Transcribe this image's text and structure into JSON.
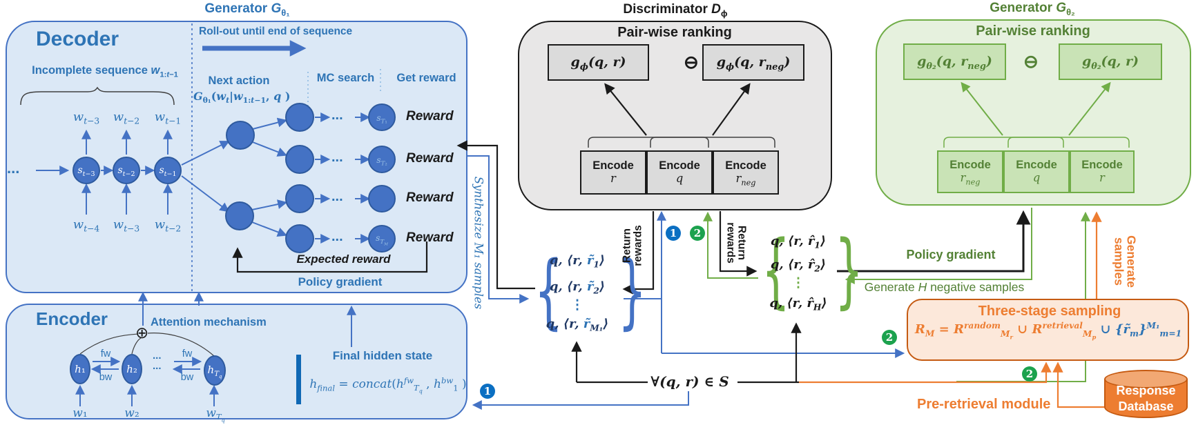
{
  "colors": {
    "blue": "#4472C4",
    "blue_text": "#2E74B5",
    "gray_fill": "#E8E7E7",
    "gray_cell": "#DBDBDB",
    "green": "#70AD47",
    "green_text": "#538135",
    "green_fill": "#E6F1DE",
    "green_cell": "#C9E3B6",
    "orange": "#ED7D31",
    "orange_dark": "#C55A11",
    "orange_fill": "#FCE8DA",
    "black": "#1A1A1A"
  },
  "generator1": {
    "title": "Generator <i>G</i><sub>θ₁</sub>",
    "decoder": {
      "label": "Decoder",
      "incomplete_sequence": "Incomplete sequence <i>w</i><sub>1:<i>t</i>−1</sub>",
      "rollout": "Roll-out until end of sequence",
      "next_action": "Next action",
      "next_action_formula": "<i>G</i><sub>θ₁</sub>(<i>w<sub>t</sub></i>|<i>w</i><sub>1:<i>t</i>−1</sub>, <i>q</i> )",
      "mc_search": "MC search",
      "get_reward": "Get reward",
      "ellipsis": "...",
      "w_top": [
        "<i>w</i><sub><i>t</i>−3</sub>",
        "<i>w</i><sub><i>t</i>−2</sub>",
        "<i>w</i><sub><i>t</i>−1</sub>"
      ],
      "s_nodes": [
        "<i>s</i><sub><i>t</i>−3</sub>",
        "<i>s</i><sub><i>t</i>−2</sub>",
        "<i>s</i><sub><i>t</i>−1</sub>"
      ],
      "w_bottom": [
        "<i>w</i><sub><i>t</i>−4</sub>",
        "<i>w</i><sub><i>t</i>−3</sub>",
        "<i>w</i><sub><i>t</i>−2</sub>"
      ],
      "terminal_labels": [
        "<i>s</i><sub><i>T</i>₁</sub>",
        "<i>s</i><sub><i>T</i>₂</sub>",
        "",
        "<i>s</i><sub><i>T<sub>M</sub></i></sub>"
      ],
      "reward": "Reward",
      "expected_reward": "Expected reward",
      "policy_gradient": "Policy gradient"
    },
    "encoder": {
      "label": "Encoder",
      "attention": "Attention mechanism",
      "oplus": "⊕",
      "h_nodes": [
        "<i>h</i>₁",
        "<i>h</i>₂",
        "<i>h</i><sub><i>T<sub>q</sub></i></sub>"
      ],
      "fw": "fw",
      "bw": "bw",
      "ellipsis": "...",
      "w_inputs": [
        "<i>w</i>₁",
        "<i>w</i>₂",
        "<i>w</i><sub><i>T<sub>q</sub></i></sub>"
      ],
      "final_hidden_state": "Final hidden state",
      "final_hidden_formula": "<i>h<sub>final</sub></i> = <i>concat</i>(<i>h</i><sup><i>fw</i></sup><sub><i>T<sub>q</sub></i></sub> , <i>h</i><sup><i>bw</i></sup><sub>1</sub> )"
    },
    "synthesize_label": "Synthesize <i>M</i>₁ samples"
  },
  "discriminator": {
    "title": "Discriminator <i>D</i><sub>ϕ</sub>",
    "pairwise": "Pair-wise ranking",
    "g_left": "<i>g</i><sub>ϕ</sub>(<i>q</i>, <i>r</i>)",
    "minus": "⊖",
    "g_right": "<i>g</i><sub>ϕ</sub>(<i>q</i>, r<sub>neg</sub>)",
    "encode_cells": [
      {
        "line1": "Encode",
        "line2": "<i>r</i>"
      },
      {
        "line1": "Encode",
        "line2": "<i>q</i>"
      },
      {
        "line1": "Encode",
        "line2": "<i>r<sub>neg</sub></i>"
      }
    ],
    "return_rewards": "Return rewards"
  },
  "generator2": {
    "title": "Generator <i>G</i><sub>θ₂</sub>",
    "pairwise": "Pair-wise ranking",
    "g_left": "<i>g</i><sub>θ₂</sub>(<i>q</i>, r<sub>neg</sub>)",
    "minus": "⊖",
    "g_right": "<i>g</i><sub>θ₂</sub>(<i>q</i>, <i>r</i>)",
    "encode_cells": [
      {
        "line1": "Encode",
        "line2": "<i>r<sub>neg</sub></i>"
      },
      {
        "line1": "Encode",
        "line2": "<i>q</i>"
      },
      {
        "line1": "Encode",
        "line2": "<i>r</i>"
      }
    ],
    "policy_gradient": "Policy gradient",
    "generate_h": "Generate <i>H</i> negative samples"
  },
  "sample_sets": {
    "synthetic": {
      "items": [
        "<i>q</i>, ⟨<i>r</i>, <em>r̃</em><sub>1</sub>⟩",
        "<i>q</i>, ⟨<i>r</i>, <em>r̃</em><sub>2</sub>⟩",
        "⋮",
        "<i>q</i>, ⟨<i>r</i>, <em>r̃</em><sub><i>M</i>₁</sub>⟩"
      ]
    },
    "negative": {
      "items": [
        "<i>q</i>, ⟨<i>r</i>, r̂<sub>1</sub>⟩",
        "<i>q</i>, ⟨<i>r</i>, r̂<sub>2</sub>⟩",
        "⋮",
        "<i>q</i>, ⟨<i>r</i>, r̂<sub>H</sub>⟩"
      ]
    }
  },
  "flow": {
    "forall": "∀(<i>q</i>, <i>r</i>) ∈ <i>S</i>",
    "generate_samples": "Generate samples"
  },
  "sampling": {
    "title": "Three-stage sampling",
    "formula": "<i>R<sub>M</sub></i> = <i>R</i><sup><i>random</i></sup><sub><i>M<sub>r</sub></i></sub> ∪ <i>R</i><sup><i>retrieval</i></sup><sub><i>M<sub>p</sub></i></sub> <em>∪ {r̃<sub>m</sub>}<sup><i>M</i>₁</sup><sub><i>m</i>=1</sub></em>"
  },
  "preretrieval_label": "Pre-retrieval module",
  "database_label": "Response<br>Database",
  "badges": {
    "one": "1",
    "two": "2"
  }
}
